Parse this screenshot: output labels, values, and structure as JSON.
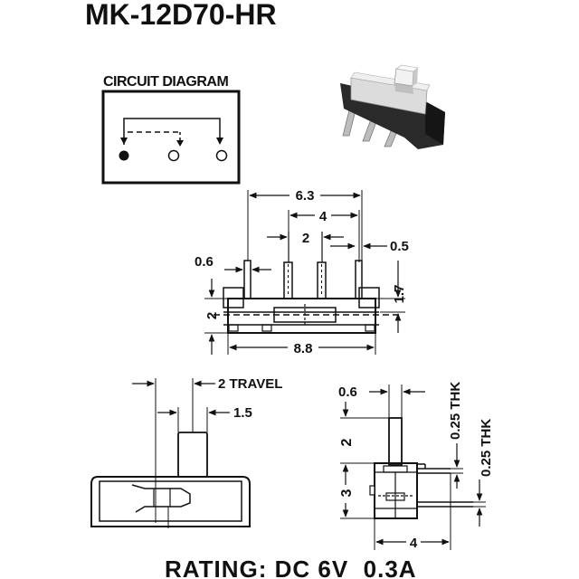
{
  "title": "MK-12D70-HR",
  "circuit_diagram": {
    "label": "CIRCUIT DIAGRAM"
  },
  "top_view": {
    "dim_overall_pin_span": "6.3",
    "dim_outer_pin_pitch": "4",
    "dim_pin_pitch": "2",
    "dim_pin_width_left": "0.6",
    "dim_pin_width_right": "0.5",
    "dim_body_height": "2",
    "dim_pin_length": "1.7",
    "dim_body_length": "8.8"
  },
  "front_view": {
    "dim_travel": "2 TRAVEL",
    "dim_actuator_width": "1.5"
  },
  "side_view": {
    "dim_actuator_thickness": "0.6",
    "dim_plate_thk_1": "0.25 THK",
    "dim_plate_thk_2": "0.25 THK",
    "dim_actuator_height": "2",
    "dim_body_height": "3",
    "dim_depth": "4"
  },
  "rating": "RATING: DC 6V  0.3A",
  "colors": {
    "ink": "#111111",
    "photo_body": "#2a2a2a",
    "photo_housing": "#d8d8d8",
    "photo_pins": "#b9b9b9"
  }
}
